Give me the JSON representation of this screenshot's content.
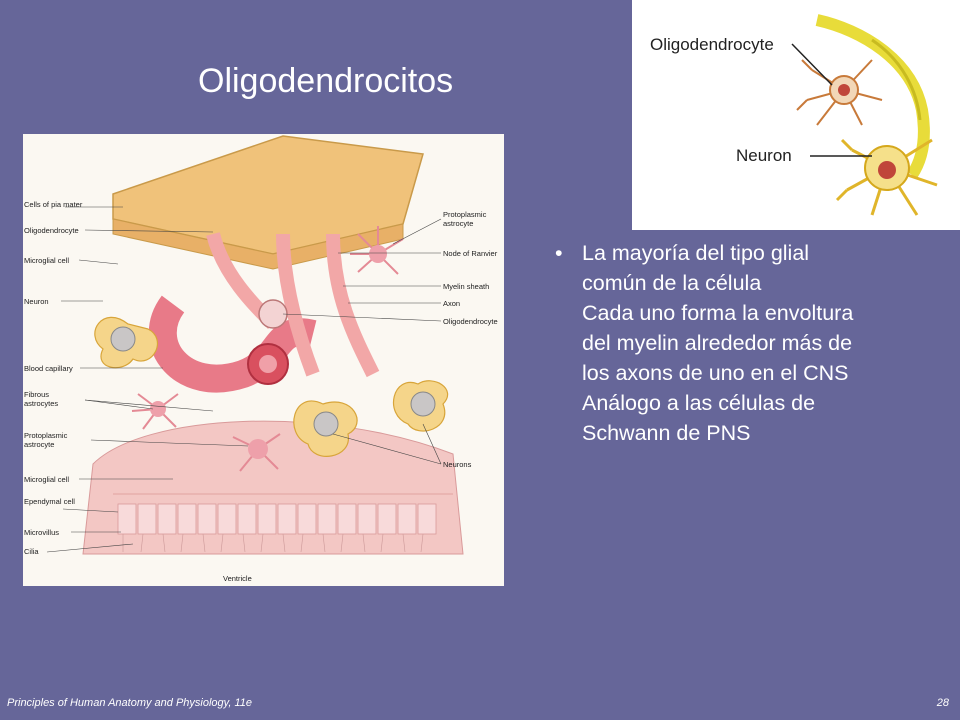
{
  "slide": {
    "title": "Oligodendrocitos",
    "background_color": "#666699"
  },
  "inset": {
    "labels": [
      "Oligodendrocyte",
      "Neuron"
    ]
  },
  "figure": {
    "left_labels": [
      "Cells of pia mater",
      "Oligodendrocyte",
      "Microglial cell",
      "Neuron",
      "Blood capillary",
      "Fibrous astrocytes",
      "Protoplasmic astrocyte",
      "Microglial cell",
      "Ependymal cell",
      "Microvillus",
      "Cilia"
    ],
    "right_labels": [
      "Protoplasmic astrocyte",
      "Node of Ranvier",
      "Myelin sheath",
      "Axon",
      "Oligodendrocyte",
      "Neurons"
    ],
    "bottom_label": "Ventricle"
  },
  "bullet": {
    "marker": "•",
    "lines": [
      "La mayoría del tipo glial",
      "común de la célula",
      "Cada uno forma la envoltura",
      "del myelin alrededor más de",
      "los axons de uno en el CNS",
      "Análogo a las células de",
      "Schwann de PNS"
    ]
  },
  "footer": {
    "source": "Principles of Human Anatomy and Physiology, 11e",
    "page_number": "28"
  }
}
